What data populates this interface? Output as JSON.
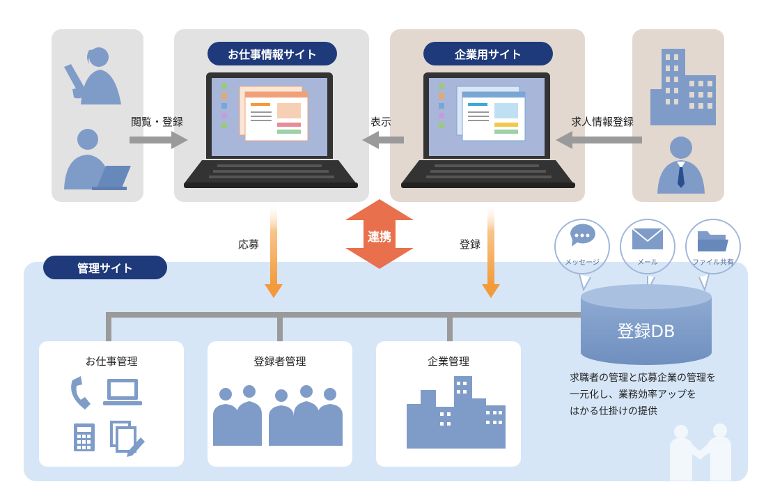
{
  "sites": {
    "job_site": "お仕事情報サイト",
    "company_site": "企業用サイト",
    "admin_site": "管理サイト"
  },
  "arrows": {
    "browse_register": "閲覧・登録",
    "display": "表示",
    "job_info_register": "求人情報登録",
    "apply": "応募",
    "register": "登録",
    "link": "連携"
  },
  "database": {
    "label": "登録DB",
    "bubbles": [
      "メッセージ",
      "メール",
      "ファイル共有"
    ]
  },
  "modules": {
    "job_management": "お仕事管理",
    "registrant_management": "登録者管理",
    "company_management": "企業管理"
  },
  "description": {
    "line1": "求職者の管理と応募企業の管理を",
    "line2": "一元化し、業務効率アップを",
    "line3": "はかる仕掛けの提供"
  },
  "colors": {
    "navy": "#1f3a7a",
    "figure_blue": "#7f9cc8",
    "admin_bg": "#d6e6f7",
    "gray_panel": "#e2e2e2",
    "beige_panel": "#e3d8cf",
    "orange": "#f39a3a",
    "link_orange": "#e8704c"
  }
}
